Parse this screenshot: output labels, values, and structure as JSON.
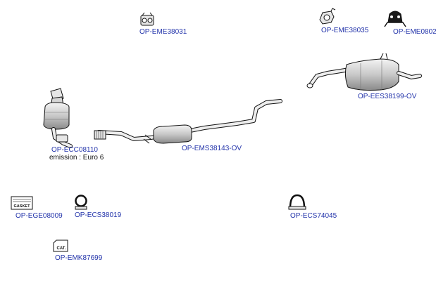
{
  "colors": {
    "link": "#2233aa",
    "stroke": "#111111",
    "fill_light": "#e6e6e6",
    "fill_mid": "#bdbdbd"
  },
  "parts": {
    "eme38031": {
      "code": "OP-EME38031",
      "icon": "rubber-hanger-icon"
    },
    "eme38035": {
      "code": "OP-EME38035",
      "icon": "rubber-mount-icon"
    },
    "eme0802": {
      "code": "OP-EME0802",
      "icon": "rubber-hanger-icon"
    },
    "ees38199": {
      "code": "OP-EES38199-OV",
      "icon": "rear-silencer-icon"
    },
    "ecc08110": {
      "code": "OP-ECC08110",
      "icon": "catalytic-converter-icon"
    },
    "emission": {
      "label": "emission : Euro 6"
    },
    "ems38143": {
      "code": "OP-EMS38143-OV",
      "icon": "middle-silencer-pipe-icon"
    },
    "ege08009": {
      "code": "OP-EGE08009",
      "icon": "gasket-icon",
      "tag": "GASKET"
    },
    "ecs38019": {
      "code": "OP-ECS38019",
      "icon": "pipe-clamp-icon"
    },
    "ecs74045": {
      "code": "OP-ECS74045",
      "icon": "pipe-clamp-icon"
    },
    "emk87699": {
      "code": "OP-EMK87699",
      "icon": "fitting-kit-icon",
      "tag": "CAT."
    }
  }
}
